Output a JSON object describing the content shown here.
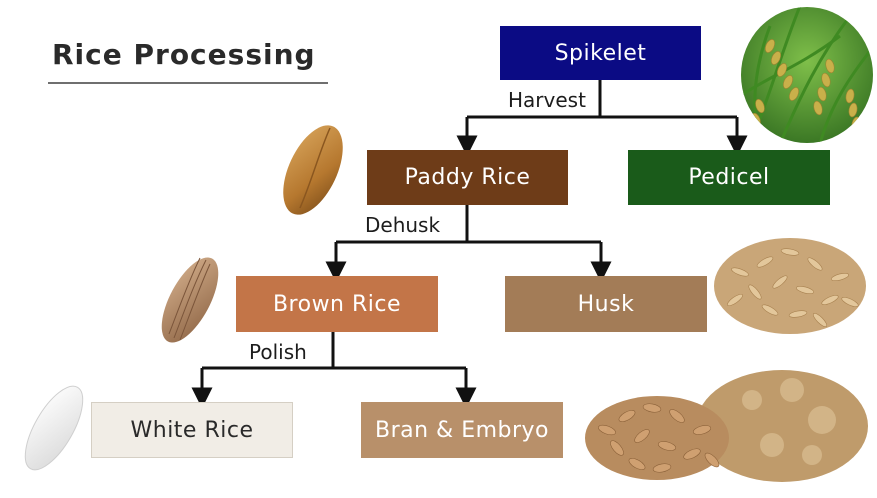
{
  "title": "Rice Processing",
  "nodes": {
    "spikelet": "Spikelet",
    "paddy": "Paddy Rice",
    "pedicel": "Pedicel",
    "brown": "Brown Rice",
    "husk": "Husk",
    "white": "White Rice",
    "bran": "Bran & Embryo"
  },
  "steps": {
    "harvest": "Harvest",
    "dehusk": "Dehusk",
    "polish": "Polish"
  },
  "colors": {
    "spikelet": "#0b0b84",
    "paddy": "#6e3c18",
    "pedicel": "#1a5b1a",
    "brown": "#c37548",
    "husk": "#a37c57",
    "white": "#f1ede6",
    "bran": "#b8906a"
  },
  "images": [
    "rice-plant-photo",
    "paddy-grain-photo",
    "brown-rice-grain-photo",
    "husk-pile-photo",
    "white-rice-grain-photo",
    "bran-embryo-pile-photo"
  ]
}
